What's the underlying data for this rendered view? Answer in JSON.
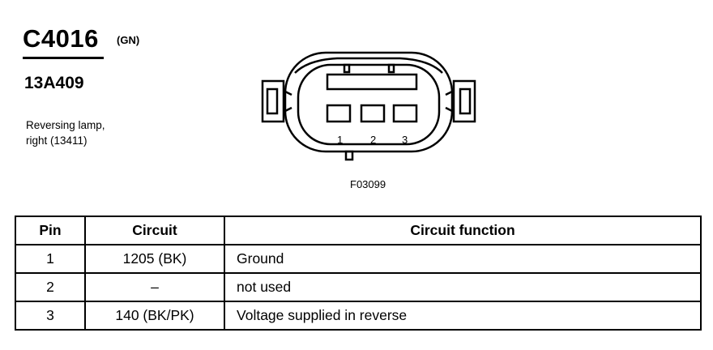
{
  "connector": {
    "id": "C4016",
    "color_code": "(GN)",
    "part_number": "13A409",
    "description_lines": [
      "Reversing lamp,",
      "right (13411)"
    ]
  },
  "diagram": {
    "pin_labels": [
      "1",
      "2",
      "3"
    ],
    "figure_code": "F03099"
  },
  "table": {
    "headers": [
      "Pin",
      "Circuit",
      "Circuit function"
    ],
    "rows": [
      {
        "pin": "1",
        "circuit": "1205 (BK)",
        "function": "Ground"
      },
      {
        "pin": "2",
        "circuit": "–",
        "function": "not used"
      },
      {
        "pin": "3",
        "circuit": "140 (BK/PK)",
        "function": "Voltage supplied in reverse"
      }
    ]
  }
}
